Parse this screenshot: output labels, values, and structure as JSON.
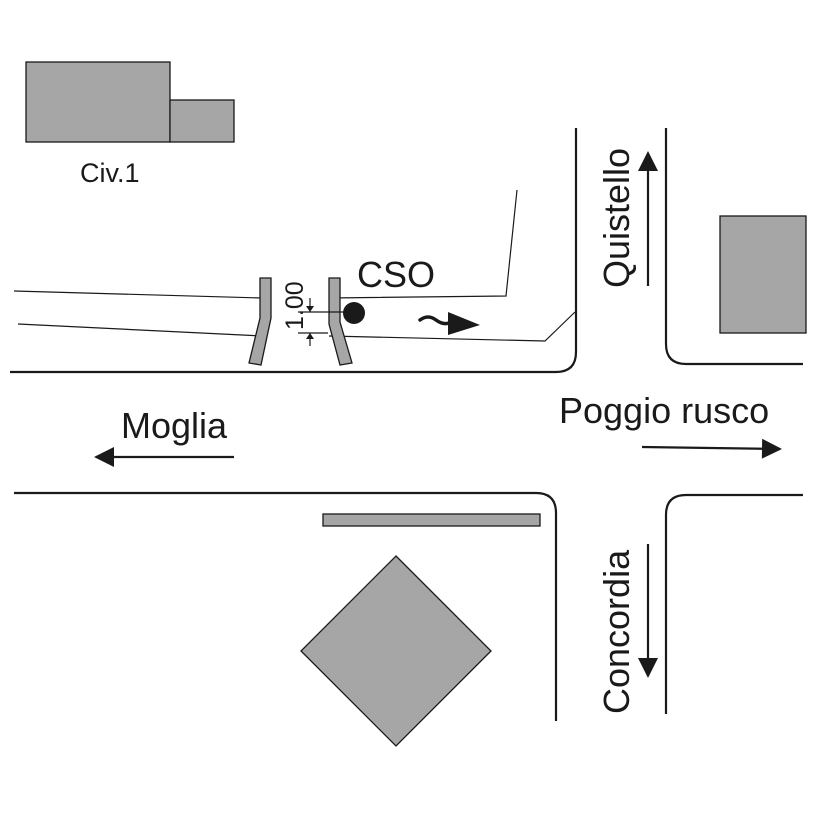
{
  "map": {
    "building_label": "Civ.1",
    "cso_label": "CSO",
    "dimension_label": "1.00",
    "flow_symbol": "~",
    "destinations": {
      "west": "Moglia",
      "east": "Poggio rusco",
      "north": "Quistello",
      "south": "Concordia"
    },
    "colors": {
      "building_fill": "#a6a6a6",
      "line": "#1a1a1a"
    }
  }
}
